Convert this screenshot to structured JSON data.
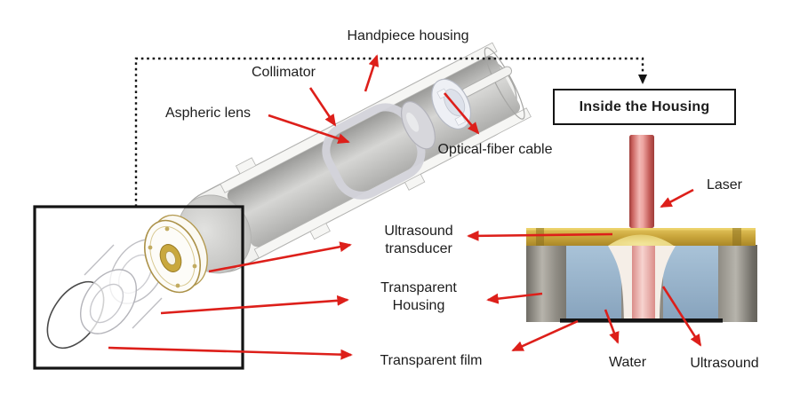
{
  "diagram": {
    "labels": {
      "handpiece_housing": "Handpiece housing",
      "collimator": "Collimator",
      "aspheric_lens": "Aspheric lens",
      "optical_fiber_cable": "Optical-fiber cable",
      "inside_the_housing": "Inside the Housing",
      "laser": "Laser",
      "ultrasound_transducer_line1": "Ultrasound",
      "ultrasound_transducer_line2": "transducer",
      "transparent_housing_line1": "Transparent",
      "transparent_housing_line2": "Housing",
      "transparent_film": "Transparent film",
      "water": "Water",
      "ultrasound": "Ultrasound"
    },
    "colors": {
      "background": "#ffffff",
      "text": "#1d1d1d",
      "arrow_red": "#dd1f1a",
      "connector_black": "#141414",
      "transducer_gold": "#c8a43a",
      "transducer_gold_dark": "#8a6f1f",
      "dome_yellow": "#ecda7f",
      "housing_gray": "#9a968e",
      "water_blue": "#95b1c9",
      "ultrasound_cone_white": "#f5eee7",
      "laser_edge_red": "#a84340",
      "laser_center_pink": "#f2b7b3",
      "film_black": "#151515"
    }
  }
}
